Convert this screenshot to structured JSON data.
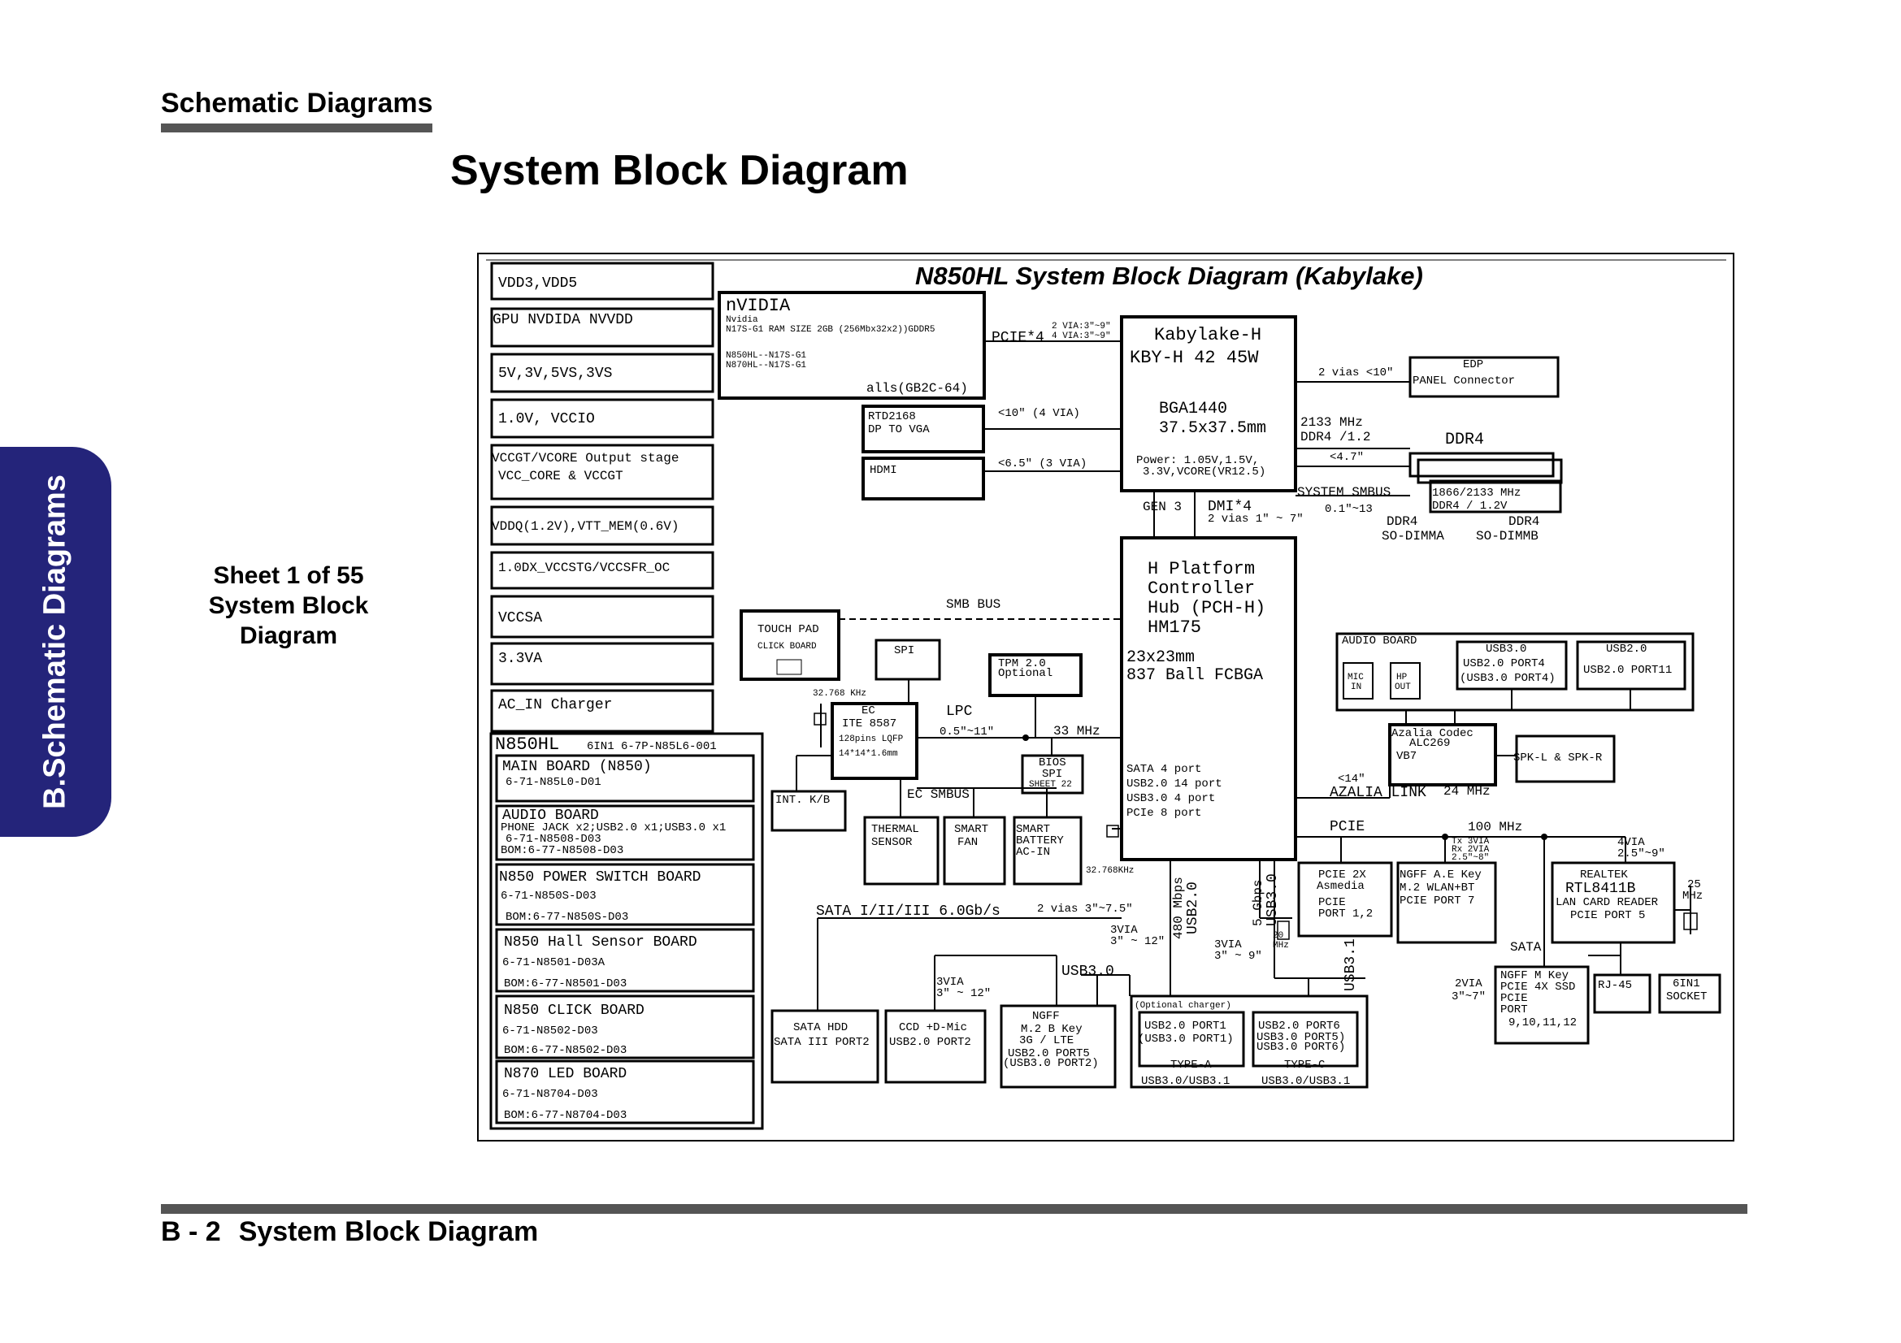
{
  "header": {
    "section": "Schematic  Diagrams",
    "title": "System Block Diagram"
  },
  "side_tab": "B.Schematic Diagrams",
  "sheet_note": [
    "Sheet 1 of 55",
    "System Block",
    "Diagram"
  ],
  "footer": {
    "page": "B - 2",
    "title": "System Block Diagram"
  },
  "diagram": {
    "title": "N850HL System Block Diagram (Kabylake)",
    "power_rails": [
      "VDD3,VDD5",
      "GPU NVDIDA NVVDD",
      "5V,3V,5VS,3VS",
      "1.0V, VCCIO",
      "VCCGT/VCORE Output stage",
      "VCC_CORE & VCCGT",
      "VDDQ(1.2V),VTT_MEM(0.6V)",
      "1.0DX_VCCSTG/VCCSFR_OC",
      "VCCSA",
      "3.3VA",
      "AC_IN Charger"
    ],
    "boards": {
      "title": "N850HL",
      "sub": "6IN1  6-7P-N85L6-001",
      "items": [
        [
          "MAIN BOARD   (N850)",
          "6-71-N85L0-D01",
          ""
        ],
        [
          "AUDIO BOARD",
          "PHONE JACK x2;USB2.0 x1;USB3.0 x1",
          "6-71-N8508-D03",
          "BOM:6-77-N8508-D03"
        ],
        [
          "N850 POWER SWITCH BOARD",
          "6-71-N850S-D03",
          "BOM:6-77-N850S-D03"
        ],
        [
          "N850 Hall Sensor BOARD",
          "6-71-N8501-D03A",
          "BOM:6-77-N8501-D03"
        ],
        [
          "N850 CLICK BOARD",
          "6-71-N8502-D03",
          "BOM:6-77-N8502-D03"
        ],
        [
          "N870 LED BOARD",
          "6-71-N8704-D03",
          "BOM:6-77-N8704-D03"
        ]
      ]
    },
    "gpu": [
      "nVIDIA",
      "Nvidia",
      "N17S-G1  RAM SIZE  2GB  (256Mbx32x2))GDDR5",
      "N850HL--N17S-G1",
      "N870HL--N17S-G1",
      "alls(GB2C-64)"
    ],
    "pcie4": "PCIE*4",
    "pcie_vias": [
      "2  VIA:3\"~9\"",
      "4  VIA:3\"~9\""
    ],
    "cpu": [
      "Kabylake-H",
      "KBY-H 42 45W",
      "BGA1440",
      "37.5x37.5mm",
      "Power:  1.05V,1.5V,",
      "3.3V,VCORE(VR12.5)"
    ],
    "edp": [
      "EDP",
      "PANEL Connector"
    ],
    "edp_link": "2 vias <10\"",
    "mem_speed": [
      "2133 MHz",
      "DDR4 /1.2"
    ],
    "ddr4_label": "DDR4",
    "ddr4_len": "<4.7\"",
    "rtd": [
      "RTD2168",
      "DP TO VGA"
    ],
    "rtd_link": "<10\"  (4 VIA)",
    "hdmi": "HDMI",
    "hdmi_link": "<6.5\"  (3 VIA)",
    "smbus": [
      "SYSTEM  SMBUS",
      "0.1\"~13"
    ],
    "sodimm": [
      "1866/2133  MHz",
      "DDR4 / 1.2V",
      "DDR4",
      "DDR4",
      "SO-DIMMA",
      "SO-DIMMB"
    ],
    "gen3": "GEN 3",
    "dmi": [
      "DMI*4",
      "2 vias 1\" ~ 7\""
    ],
    "pch": [
      "H Platform",
      "Controller",
      "Hub (PCH-H)",
      "HM175",
      "23x23mm",
      "837 Ball FCBGA",
      "SATA 4 port",
      "USB2.0 14 port",
      "USB3.0 4 port",
      "PCIe 8 port"
    ],
    "smb_bus": "SMB BUS",
    "touchpad": [
      "TOUCH PAD",
      "CLICK BOARD"
    ],
    "spi": "SPI",
    "tpm": [
      "TPM 2.0",
      "Optional"
    ],
    "ec": [
      "EC",
      "ITE 8587",
      "128pins LQFP",
      "14*14*1.6mm"
    ],
    "ec_clk": "32.768 KHz",
    "lpc": [
      "LPC",
      "0.5\"~11\"",
      "33 MHz"
    ],
    "bios": [
      "BIOS",
      "SPI",
      "SHEET 22"
    ],
    "intkb": "INT. K/B",
    "ec_smbus": "EC SMBUS",
    "thermal": [
      "THERMAL",
      "SENSOR"
    ],
    "fan": [
      "SMART",
      "FAN"
    ],
    "battery": [
      "SMART",
      "BATTERY",
      "AC-IN"
    ],
    "pch_clk": "32.768KHz",
    "audio_board": [
      "AUDIO  BOARD",
      "MIC",
      "IN",
      "HP",
      "OUT"
    ],
    "usb3_port4": [
      "USB3.0",
      "USB2.0  PORT4",
      "(USB3.0  PORT4)"
    ],
    "usb2_port11": [
      "USB2.0",
      "USB2.0  PORT11"
    ],
    "azalia": [
      "Azalia  Codec",
      "ALC269",
      "VB7"
    ],
    "spk": "SPK-L & SPK-R",
    "azalia_link": [
      "<14\"",
      "AZALIA LINK",
      "24 MHz"
    ],
    "pcie_bus": [
      "PCIE",
      "100 MHz"
    ],
    "lan_vias": [
      "Tx 3VIA",
      "Rx 2VIA",
      "2.5\"~8\""
    ],
    "four_via": [
      "4VIA",
      "2.5\"~9\""
    ],
    "asmedia": [
      "PCIE 2X",
      "Asmedia",
      "PCIE",
      "PORT 1,2"
    ],
    "ngff_ae": [
      "NGFF A.E Key",
      "M.2  WLAN+BT",
      "PCIE  PORT 7"
    ],
    "realtek": [
      "REALTEK",
      "RTL8411B",
      "LAN CARD  READER",
      "PCIE PORT 5"
    ],
    "lan_clk": [
      "25",
      "MHz"
    ],
    "sata_label": "SATA",
    "ngff_m": [
      "NGFF M Key",
      "PCIE 4X SSD",
      "PCIE",
      "PORT",
      "9,10,11,12"
    ],
    "ssd_via": [
      "2VIA",
      "3\"~7\""
    ],
    "rj45": "RJ-45",
    "sixinone": [
      "6IN1",
      "SOCKET"
    ],
    "sata_bus": [
      "SATA I/II/III 6.0Gb/s",
      "2 vias  3\"~7.5\""
    ],
    "usb20_bus": [
      "480 Mbps",
      "USB2.0"
    ],
    "usb30_bus": [
      "5 Gbps",
      "USB3.0"
    ],
    "usb31": "USB3.1",
    "clk20": [
      "20",
      "MHz"
    ],
    "via_12": [
      "3VIA",
      "3\" ~ 12\""
    ],
    "via_9": [
      "3VIA",
      "3\" ~ 9\""
    ],
    "via_12b": [
      "3VIA",
      "3\" ~ 12\""
    ],
    "usb30_label": "USB3.0",
    "sata_hdd": [
      "SATA HDD",
      "SATA III PORT2"
    ],
    "ccd": [
      "CCD +D-Mic",
      "USB2.0  PORT2"
    ],
    "ngff_b": [
      "NGFF",
      "M.2   B Key",
      "3G  / LTE",
      "USB2.0  PORT5",
      "(USB3.0  PORT2)"
    ],
    "typea": [
      "(Optional  charger)",
      "USB2.0  PORT1",
      "(USB3.0  PORT1)",
      "TYPE-A",
      "USB3.0/USB3.1"
    ],
    "typec": [
      "USB2.0  PORT6",
      "USB3.0  PORT5)",
      "USB3.0  PORT6)",
      "TYPE-C",
      "USB3.0/USB3.1"
    ]
  }
}
